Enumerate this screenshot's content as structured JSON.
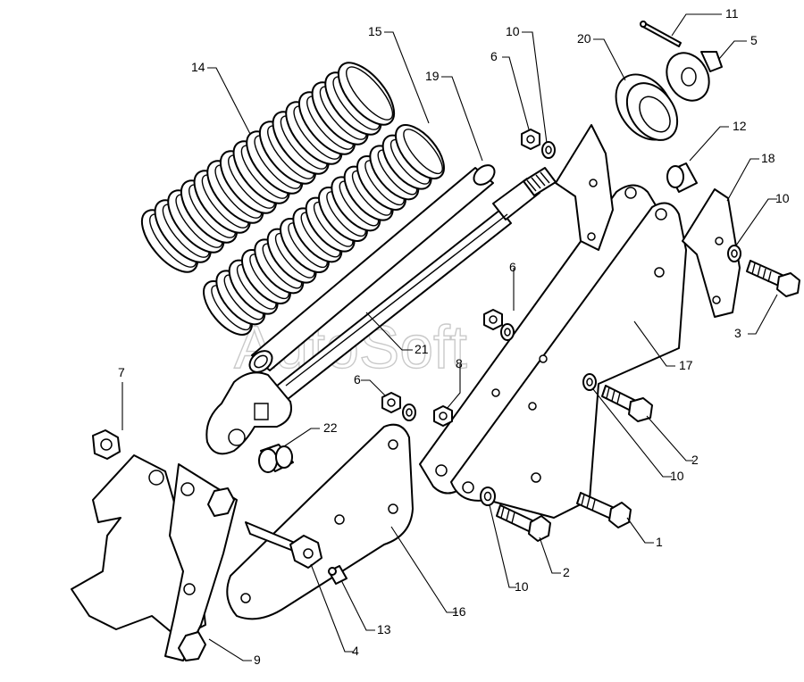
{
  "watermark": "AutoSoft",
  "callouts": [
    {
      "id": "c14",
      "label": "14"
    },
    {
      "id": "c15",
      "label": "15"
    },
    {
      "id": "c19",
      "label": "19"
    },
    {
      "id": "c6a",
      "label": "6"
    },
    {
      "id": "c10a",
      "label": "10"
    },
    {
      "id": "c20",
      "label": "20"
    },
    {
      "id": "c11",
      "label": "11"
    },
    {
      "id": "c5",
      "label": "5"
    },
    {
      "id": "c12",
      "label": "12"
    },
    {
      "id": "c18",
      "label": "18"
    },
    {
      "id": "c10b",
      "label": "10"
    },
    {
      "id": "c6b",
      "label": "6"
    },
    {
      "id": "c3",
      "label": "3"
    },
    {
      "id": "c21",
      "label": "21"
    },
    {
      "id": "c17",
      "label": "17"
    },
    {
      "id": "c7",
      "label": "7"
    },
    {
      "id": "c6c",
      "label": "6"
    },
    {
      "id": "c8",
      "label": "8"
    },
    {
      "id": "c22",
      "label": "22"
    },
    {
      "id": "c2a",
      "label": "2"
    },
    {
      "id": "c10c",
      "label": "10"
    },
    {
      "id": "c1",
      "label": "1"
    },
    {
      "id": "c2b",
      "label": "2"
    },
    {
      "id": "c10d",
      "label": "10"
    },
    {
      "id": "c16",
      "label": "16"
    },
    {
      "id": "c13",
      "label": "13"
    },
    {
      "id": "c4",
      "label": "4"
    },
    {
      "id": "c9",
      "label": "9"
    }
  ]
}
